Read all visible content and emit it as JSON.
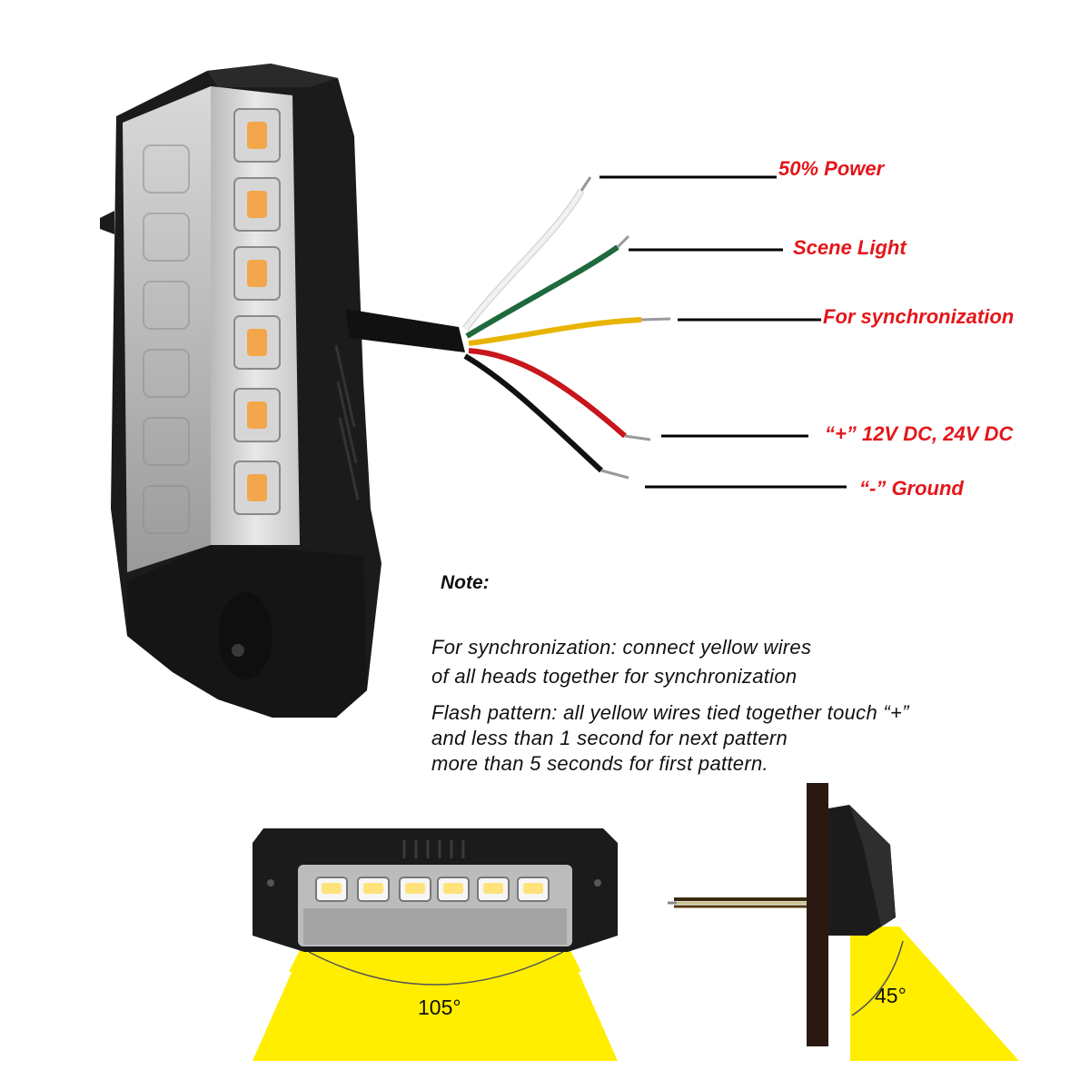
{
  "wire_labels": {
    "white": "50% Power",
    "green": "Scene Light",
    "yellow": "For synchronization",
    "red": "“+” 12V DC, 24V DC",
    "black": "“-”  Ground"
  },
  "note": {
    "title": "Note:",
    "lines": [
      "For synchronization: connect yellow wires",
      "of all heads together for synchronization",
      "Flash pattern: all yellow wires tied together touch “+”",
      "and less than 1 second for next pattern",
      "more than 5 seconds for first pattern."
    ]
  },
  "beam_angles": {
    "front": "105°",
    "side": "45°"
  },
  "colors": {
    "label_red": "#e3161a",
    "beam_yellow": "#ffee00",
    "housing_black": "#1a1a1a",
    "wire_white": "#f2f2f2",
    "wire_green": "#1e6a3e",
    "wire_yellow": "#e8b400",
    "wire_red": "#c8161d",
    "wire_black": "#111111",
    "led_amber": "#f3a64a"
  }
}
